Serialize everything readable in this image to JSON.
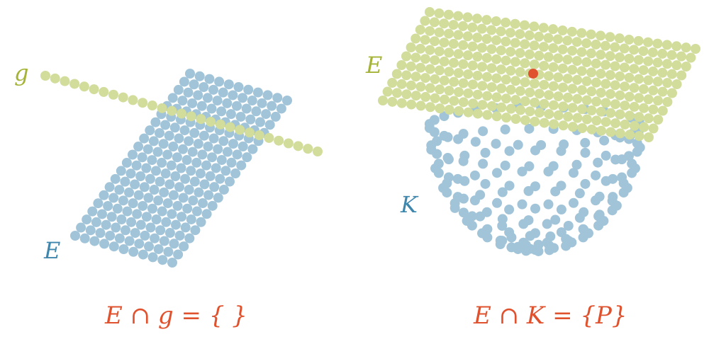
{
  "colors": {
    "plane_blue": "#a1c4d9",
    "line_green": "#d2dc9b",
    "label_green": "#a5b336",
    "label_blue": "#3f86ad",
    "equation": "#e0522e",
    "point": "#e0522e"
  },
  "left": {
    "line_label": "g",
    "plane_label": "E",
    "equation": "E ∩ g = { }"
  },
  "right": {
    "plane_label": "E",
    "surface_label": "K",
    "equation": "E ∩ K = {P}"
  }
}
